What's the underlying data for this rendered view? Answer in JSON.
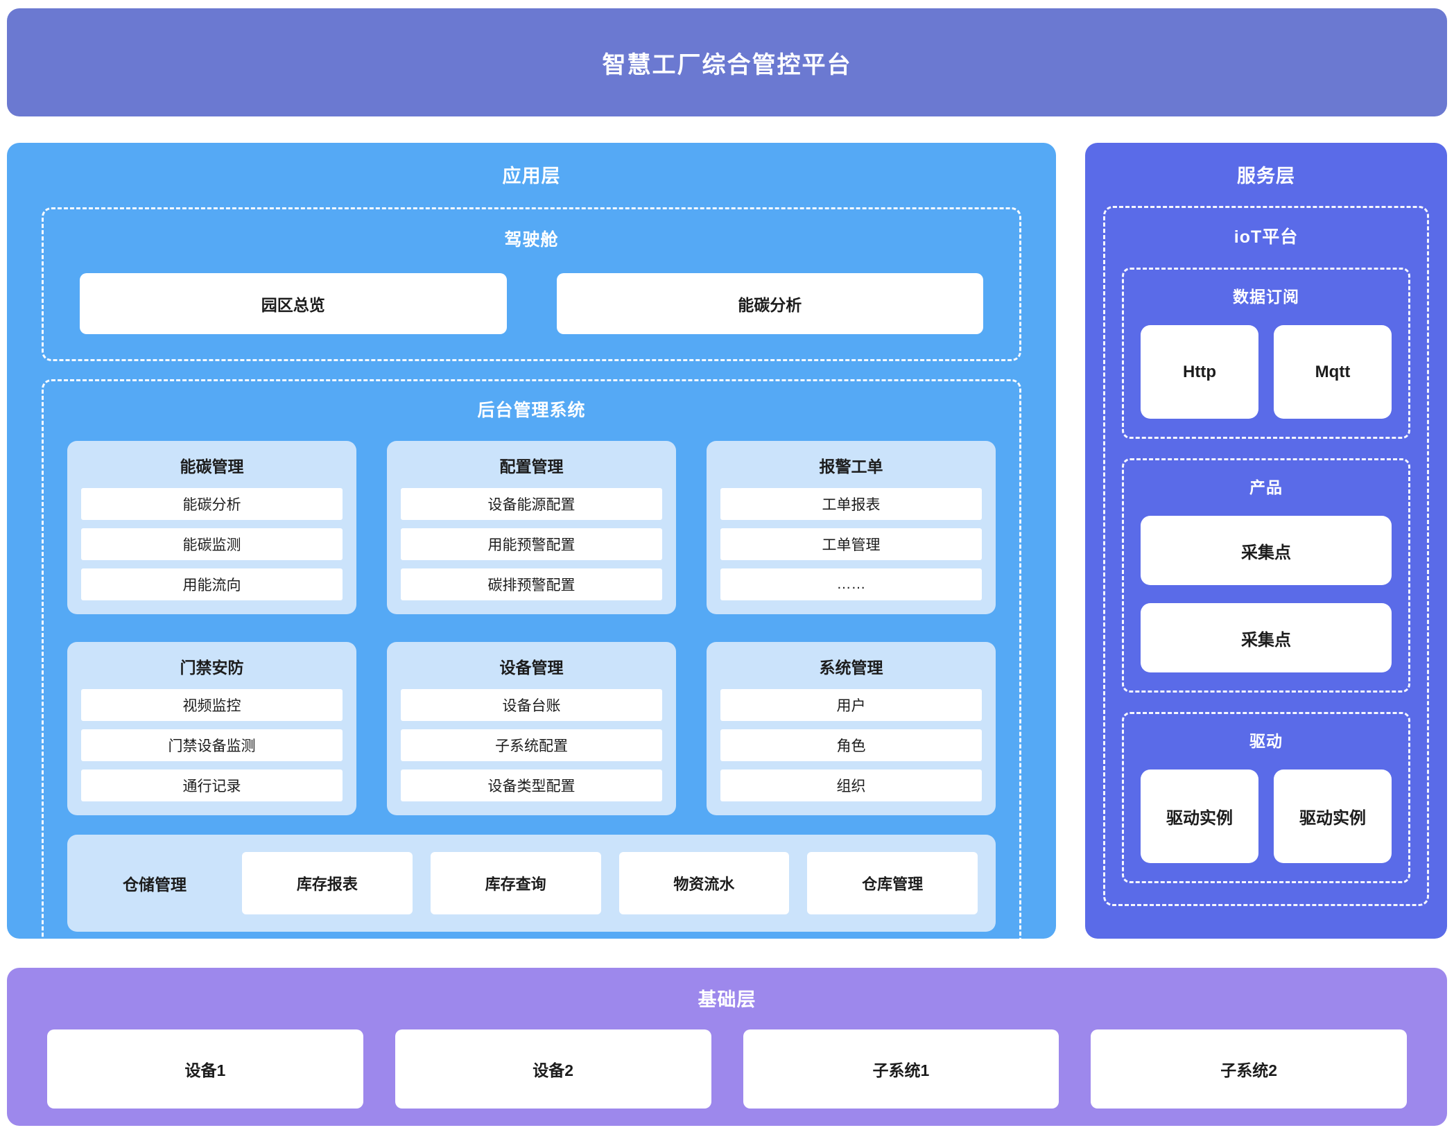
{
  "title": "智慧工厂综合管控平台",
  "colors": {
    "banner": "#6b79d1",
    "application_panel": "#55a9f5",
    "group_card": "#cbe3fb",
    "service_panel": "#5a6be8",
    "foundation_bar": "#9d88ec",
    "box": "#ffffff",
    "dashed_border": "#ffffff"
  },
  "application_layer": {
    "title": "应用层",
    "cockpit": {
      "title": "驾驶舱",
      "items": [
        "园区总览",
        "能碳分析"
      ]
    },
    "backend": {
      "title": "后台管理系统",
      "groups": [
        {
          "title": "能碳管理",
          "items": [
            "能碳分析",
            "能碳监测",
            "用能流向"
          ]
        },
        {
          "title": "配置管理",
          "items": [
            "设备能源配置",
            "用能预警配置",
            "碳排预警配置"
          ]
        },
        {
          "title": "报警工单",
          "items": [
            "工单报表",
            "工单管理",
            "……"
          ]
        },
        {
          "title": "门禁安防",
          "items": [
            "视频监控",
            "门禁设备监测",
            "通行记录"
          ]
        },
        {
          "title": "设备管理",
          "items": [
            "设备台账",
            "子系统配置",
            "设备类型配置"
          ]
        },
        {
          "title": "系统管理",
          "items": [
            "用户",
            "角色",
            "组织"
          ]
        }
      ],
      "warehouse": {
        "title": "仓储管理",
        "items": [
          "库存报表",
          "库存查询",
          "物资流水",
          "仓库管理"
        ]
      }
    }
  },
  "service_layer": {
    "title": "服务层",
    "iot": {
      "title": "ioT平台",
      "sections": [
        {
          "title": "数据订阅",
          "items": [
            "Http",
            "Mqtt"
          ]
        },
        {
          "title": "产品",
          "items": [
            "采集点",
            "采集点"
          ]
        },
        {
          "title": "驱动",
          "items": [
            "驱动实例",
            "驱动实例"
          ]
        }
      ]
    }
  },
  "foundation_layer": {
    "title": "基础层",
    "items": [
      "设备1",
      "设备2",
      "子系统1",
      "子系统2"
    ]
  }
}
